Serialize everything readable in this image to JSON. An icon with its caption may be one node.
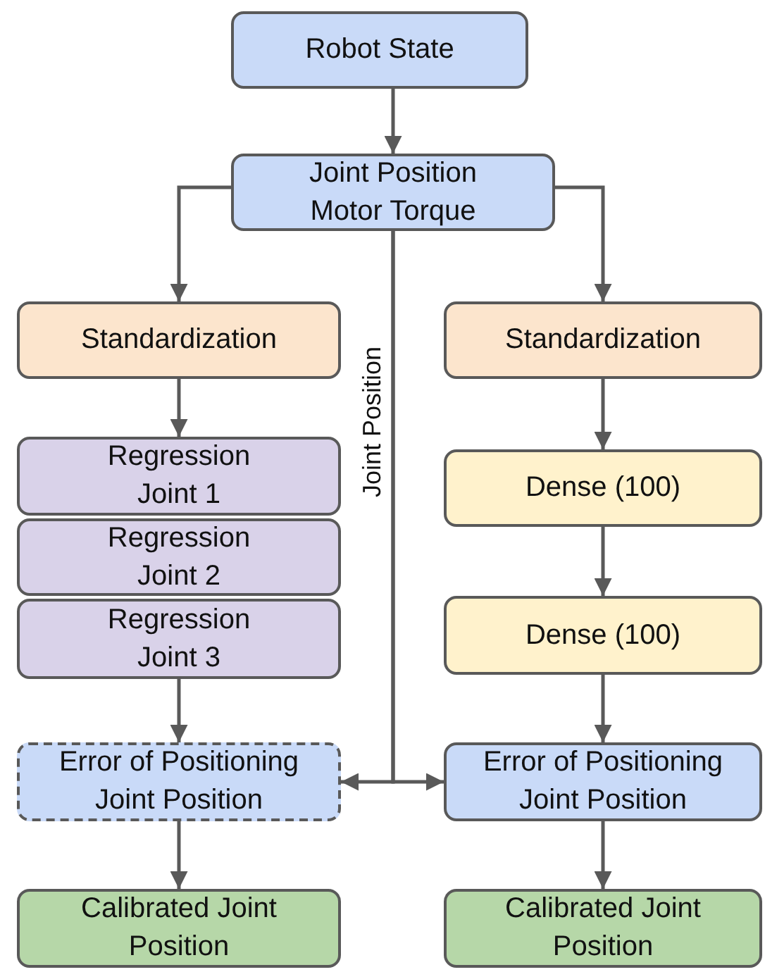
{
  "diagram": {
    "nodes": [
      {
        "text": [
          "Robot State"
        ]
      },
      {
        "text": [
          "Joint Position Motor Torque"
        ]
      },
      {
        "text": [
          "Standardization"
        ]
      },
      {
        "text": [
          "Standardization"
        ]
      },
      {
        "text": [
          "Regression Joint 1"
        ]
      },
      {
        "text": [
          "Regression Joint 2"
        ]
      },
      {
        "text": [
          "Regression Joint 3"
        ]
      },
      {
        "text": [
          "Dense (100)"
        ]
      },
      {
        "text": [
          "Dense (100)"
        ]
      },
      {
        "text": [
          "Error of Positioning Joint Position"
        ]
      },
      {
        "text": [
          "Error of Positioning Joint Position"
        ]
      },
      {
        "text": [
          "Calibrated Joint Position"
        ]
      },
      {
        "text": [
          "Calibrated Joint Position"
        ]
      }
    ],
    "edges": [
      {
        "from": 0,
        "to": 1,
        "arrow": "to"
      },
      {
        "from": 1,
        "to": 2,
        "arrow": "to"
      },
      {
        "from": 1,
        "to": 3,
        "arrow": "to"
      },
      {
        "from": 2,
        "to": 4,
        "arrow": "to"
      },
      {
        "from": 3,
        "to": 7,
        "arrow": "to"
      },
      {
        "from": 7,
        "to": 8,
        "arrow": "to"
      },
      {
        "from": 1,
        "to": 9,
        "arrow": "to",
        "label": "Joint Position"
      },
      {
        "from": 1,
        "to": 10,
        "arrow": "to"
      },
      {
        "from": 6,
        "to": 9,
        "arrow": "to"
      },
      {
        "from": 8,
        "to": 10,
        "arrow": "to"
      },
      {
        "from": 9,
        "to": 11,
        "arrow": "to"
      },
      {
        "from": 10,
        "to": 12,
        "arrow": "to"
      }
    ]
  }
}
